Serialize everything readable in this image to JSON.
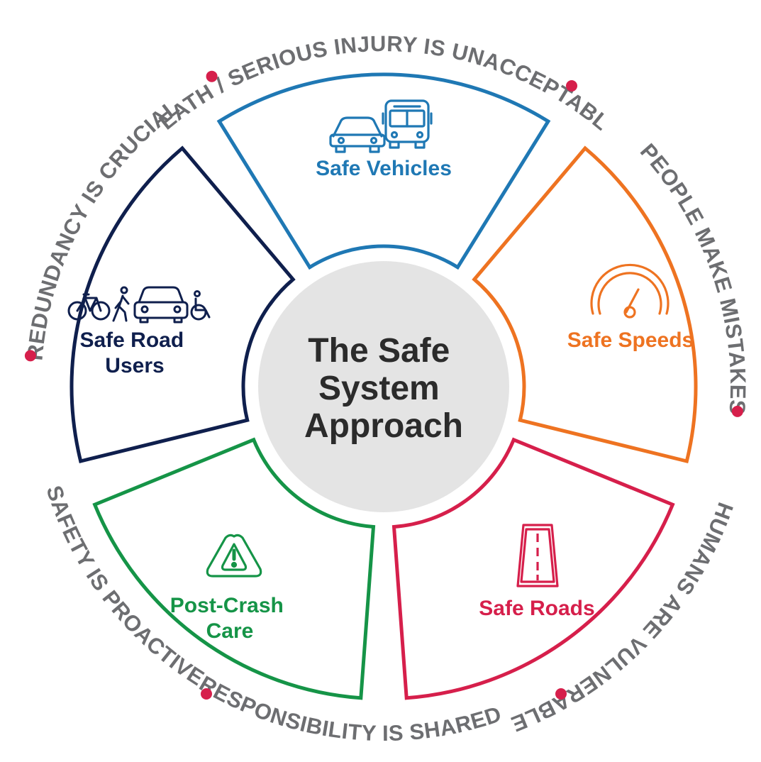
{
  "center": {
    "lines": [
      "The Safe",
      "System",
      "Approach"
    ],
    "fill_color": "#e4e4e4"
  },
  "elements": [
    {
      "key": "vehicles",
      "lines": [
        "Safe Vehicles"
      ],
      "color": "#1f78b4",
      "icon": "car-and-bus-icon"
    },
    {
      "key": "speeds",
      "lines": [
        "Safe Speeds"
      ],
      "color": "#ee7321",
      "icon": "speedometer-icon"
    },
    {
      "key": "roads",
      "lines": [
        "Safe Roads"
      ],
      "color": "#d61f4b",
      "icon": "road-icon"
    },
    {
      "key": "post_crash",
      "lines": [
        "Post-Crash",
        "Care"
      ],
      "color": "#159447",
      "icon": "warning-triangle-icon"
    },
    {
      "key": "road_users",
      "lines": [
        "Safe Road",
        "Users"
      ],
      "color": "#0f1f4d",
      "icon": "bike-pedestrian-car-wheelchair-icon"
    }
  ],
  "principles": [
    "DEATH / SERIOUS INJURY IS UNACCEPTABLE",
    "PEOPLE MAKE MISTAKES",
    "HUMANS ARE VULNERABLE",
    "RESPONSIBILITY IS SHARED",
    "SAFETY IS PROACTIVE",
    "REDUNDANCY IS CRUCIAL"
  ],
  "principle_color": "#6d6e71",
  "dot_color": "#d61f4b"
}
